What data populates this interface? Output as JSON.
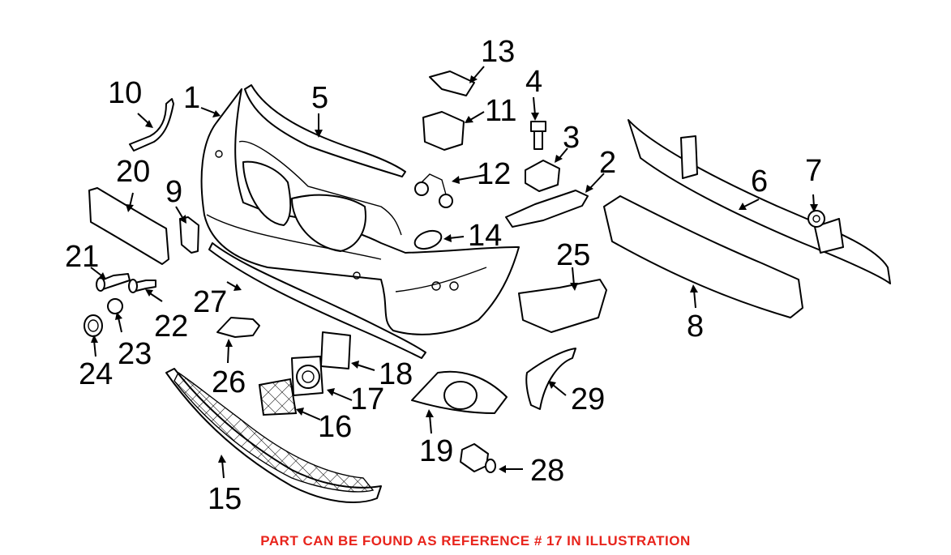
{
  "callouts": {
    "c1": "1",
    "c2": "2",
    "c3": "3",
    "c4": "4",
    "c5": "5",
    "c6": "6",
    "c7": "7",
    "c8": "8",
    "c9": "9",
    "c10": "10",
    "c11": "11",
    "c12": "12",
    "c13": "13",
    "c14": "14",
    "c15": "15",
    "c16": "16",
    "c17": "17",
    "c18": "18",
    "c19": "19",
    "c20": "20",
    "c21": "21",
    "c22": "22",
    "c23": "23",
    "c24": "24",
    "c25": "25",
    "c26": "26",
    "c27": "27",
    "c28": "28",
    "c29": "29"
  },
  "footer": {
    "text": "PART CAN BE FOUND AS REFERENCE # 17 IN ILLUSTRATION",
    "color": "#e8241c"
  }
}
